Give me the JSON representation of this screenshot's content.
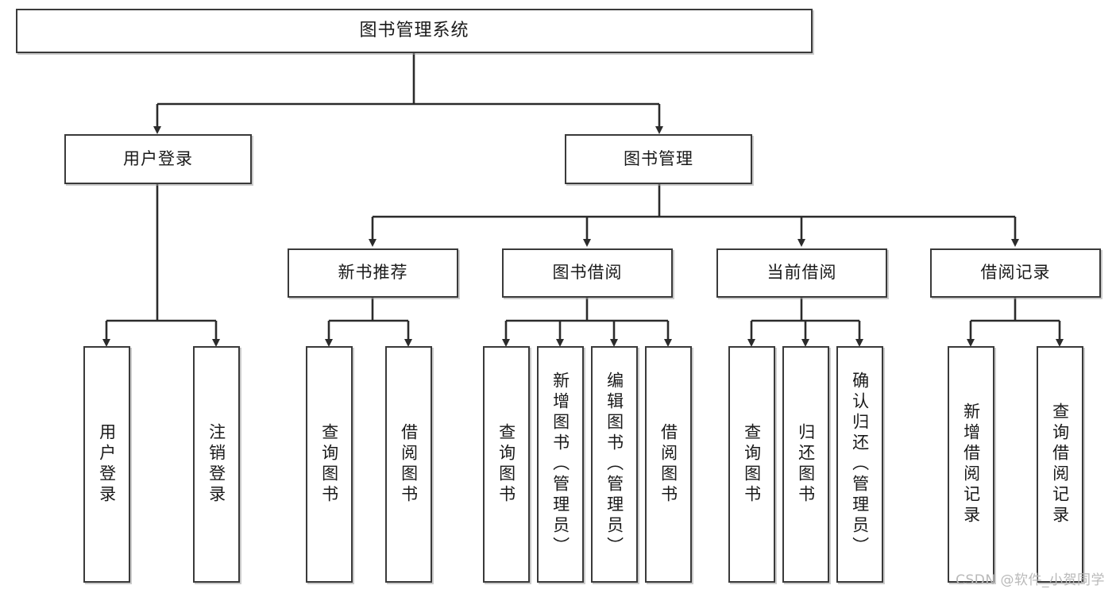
{
  "diagram": {
    "type": "tree-hierarchy",
    "title": "图书管理系统",
    "watermark": "CSDN @软件_小贺同学",
    "colors": {
      "box_border": "#3a3a3a",
      "box_fill": "#ffffff",
      "connector": "#2b2b2b",
      "text": "#1a1a1a",
      "watermark": "#b9b9b9"
    },
    "levels": [
      {
        "level": 1,
        "nodes": [
          {
            "id": "root",
            "label": "图书管理系统",
            "orientation": "horizontal"
          }
        ]
      },
      {
        "level": 2,
        "nodes": [
          {
            "id": "login",
            "label": "用户登录",
            "orientation": "horizontal",
            "parent": "root"
          },
          {
            "id": "bookmgmt",
            "label": "图书管理",
            "orientation": "horizontal",
            "parent": "root"
          }
        ]
      },
      {
        "level": 3,
        "nodes": [
          {
            "id": "newbook",
            "label": "新书推荐",
            "orientation": "horizontal",
            "parent": "bookmgmt"
          },
          {
            "id": "borrow",
            "label": "图书借阅",
            "orientation": "horizontal",
            "parent": "bookmgmt"
          },
          {
            "id": "current",
            "label": "当前借阅",
            "orientation": "horizontal",
            "parent": "bookmgmt"
          },
          {
            "id": "records",
            "label": "借阅记录",
            "orientation": "horizontal",
            "parent": "bookmgmt"
          }
        ]
      },
      {
        "level": 4,
        "nodes": [
          {
            "id": "leaf1",
            "label": "用户登录",
            "orientation": "vertical",
            "parent": "login"
          },
          {
            "id": "leaf2",
            "label": "注销登录",
            "orientation": "vertical",
            "parent": "login"
          },
          {
            "id": "leaf3",
            "label": "查询图书",
            "orientation": "vertical",
            "parent": "newbook"
          },
          {
            "id": "leaf4",
            "label": "借阅图书",
            "orientation": "vertical",
            "parent": "newbook"
          },
          {
            "id": "leaf5",
            "label": "查询图书",
            "orientation": "vertical",
            "parent": "borrow"
          },
          {
            "id": "leaf6",
            "label": "新增图书（管理员）",
            "orientation": "vertical",
            "parent": "borrow"
          },
          {
            "id": "leaf7",
            "label": "编辑图书（管理员）",
            "orientation": "vertical",
            "parent": "borrow"
          },
          {
            "id": "leaf8",
            "label": "借阅图书",
            "orientation": "vertical",
            "parent": "borrow"
          },
          {
            "id": "leaf9",
            "label": "查询图书",
            "orientation": "vertical",
            "parent": "current"
          },
          {
            "id": "leaf10",
            "label": "归还图书",
            "orientation": "vertical",
            "parent": "current"
          },
          {
            "id": "leaf11",
            "label": "确认归还（管理员）",
            "orientation": "vertical",
            "parent": "current"
          },
          {
            "id": "leaf12",
            "label": "新增借阅记录",
            "orientation": "vertical",
            "parent": "records"
          },
          {
            "id": "leaf13",
            "label": "查询借阅记录",
            "orientation": "vertical",
            "parent": "records"
          }
        ]
      }
    ]
  }
}
